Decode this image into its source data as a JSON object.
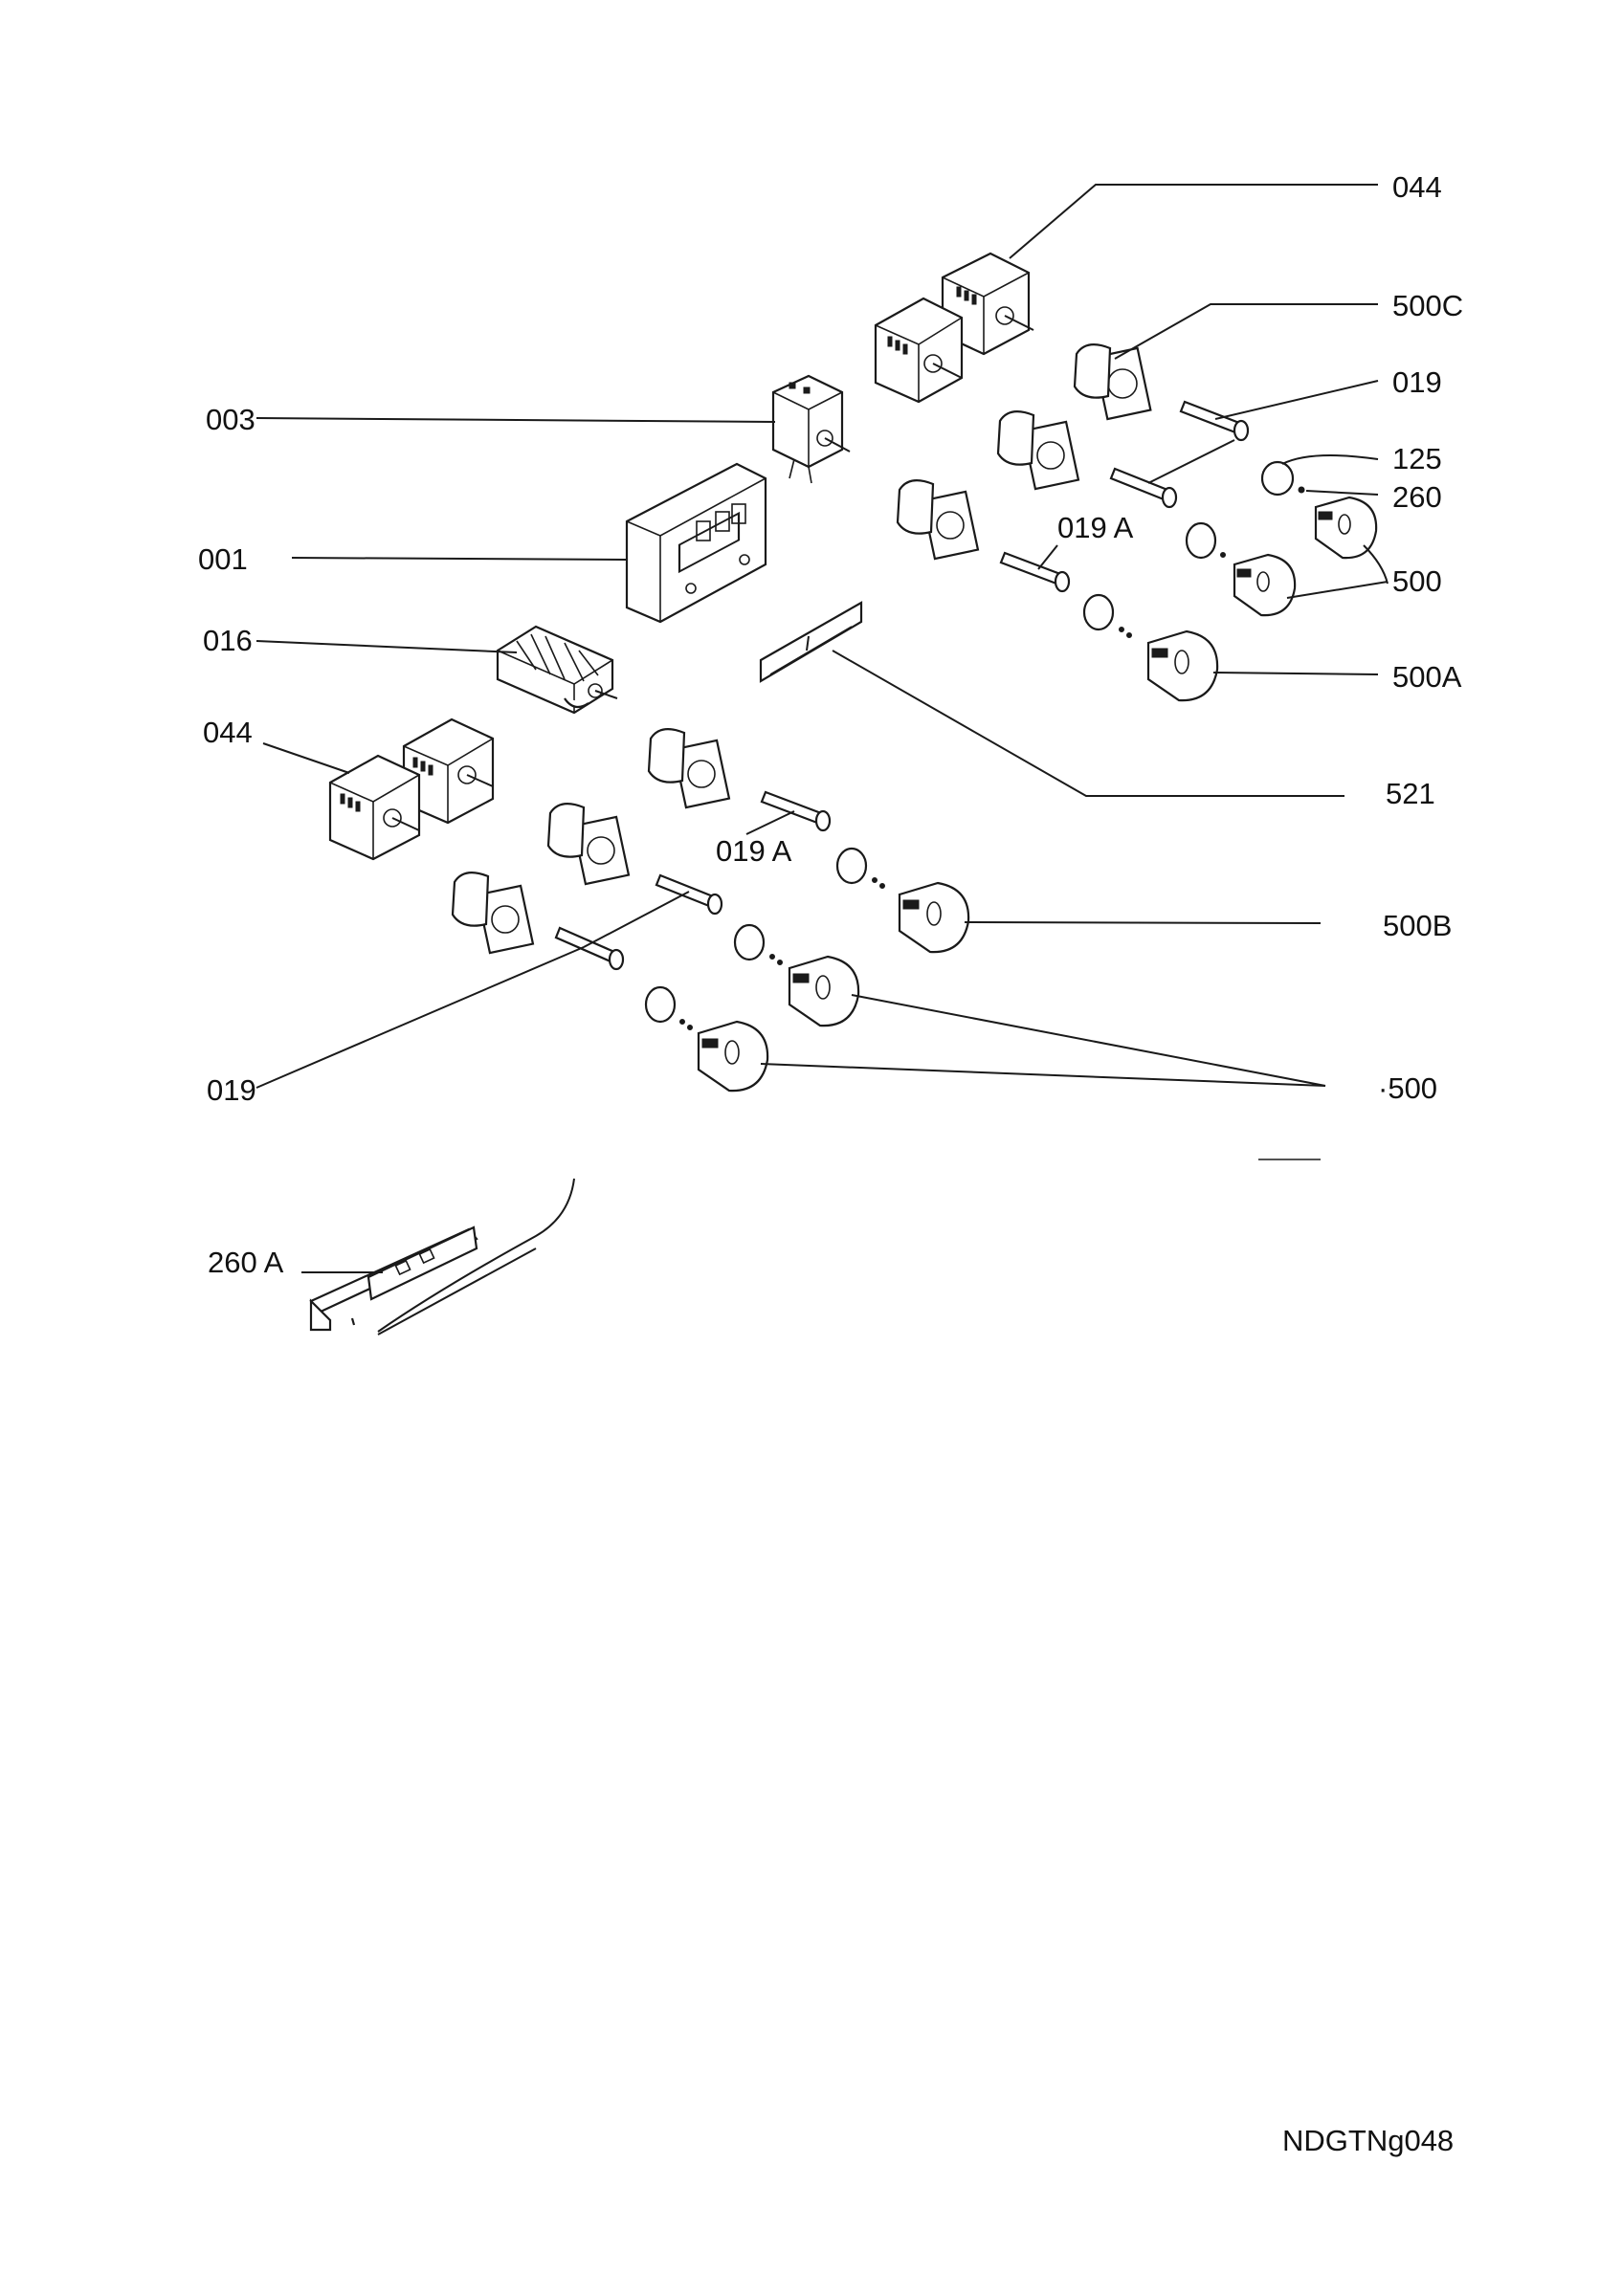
{
  "labels": {
    "top_044": "044",
    "top_500C": "500C",
    "top_019": "019",
    "top_125": "125",
    "top_260": "260",
    "left_003": "003",
    "left_001": "001",
    "mid_019A": "019 A",
    "right_500": "500",
    "left_016": "016",
    "right_500A": "500A",
    "left_044": "044",
    "right_521": "521",
    "low_019A": "019 A",
    "right_500B": "500B",
    "left_019": "019",
    "low_500": "·500",
    "left_260A": "260 A"
  },
  "footer": {
    "code": "NDGTNg048"
  }
}
